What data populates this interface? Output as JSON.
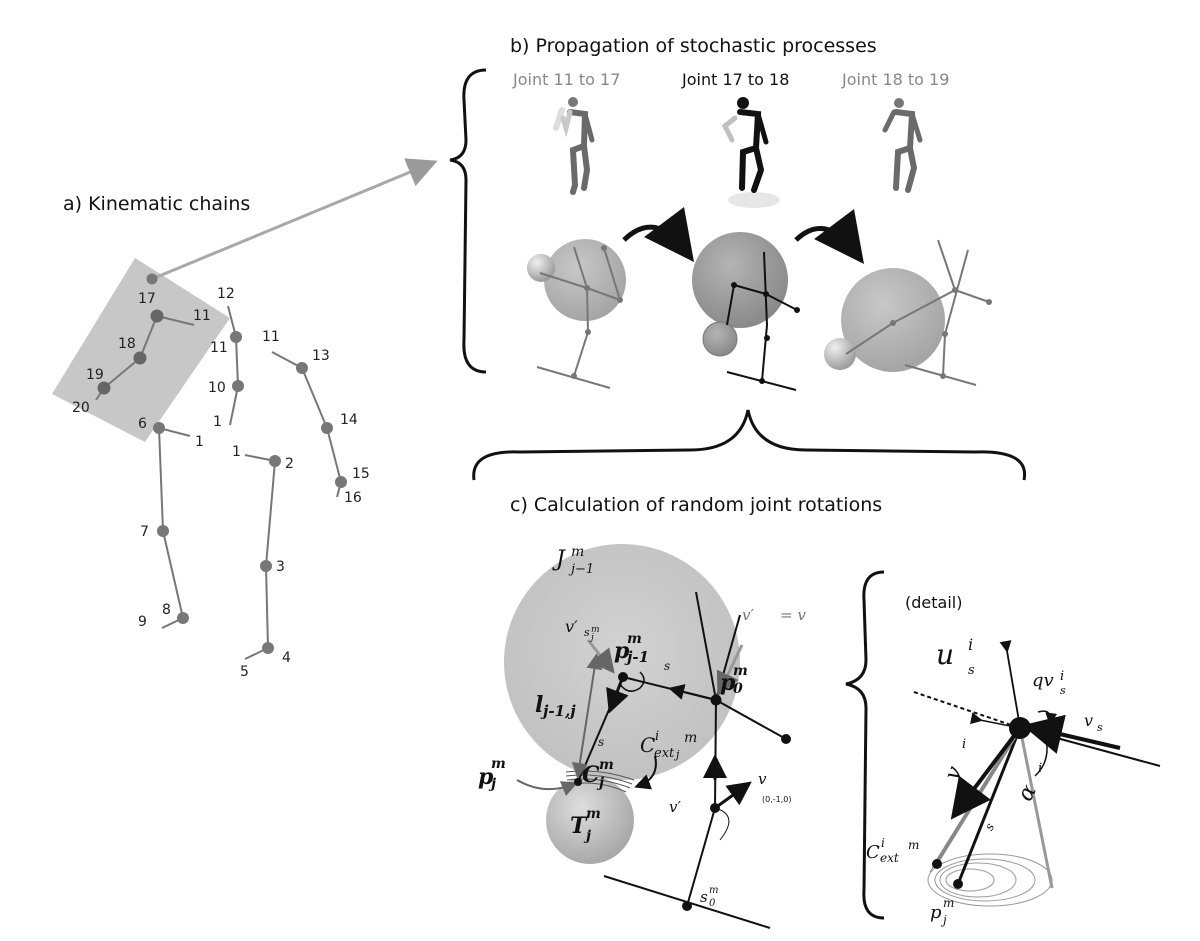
{
  "panels": {
    "a_title": "a) Kinematic chains",
    "b_title": "b) Propagation of  stochastic processes",
    "c_title": "c) Calculation of random joint rotations",
    "detail_title": "(detail)"
  },
  "b_frames": [
    {
      "label": "Joint 11 to 17",
      "active": false
    },
    {
      "label": "Joint 17 to 18",
      "active": true
    },
    {
      "label": "Joint 18 to 19",
      "active": false
    }
  ],
  "skeleton_labels": {
    "n17": "17",
    "n11a": "11",
    "n18": "18",
    "n19": "19",
    "n20": "20",
    "n12": "12",
    "n11b": "11",
    "n10": "10",
    "n1a": "1",
    "n11c": "11",
    "n13": "13",
    "n14": "14",
    "n15": "15",
    "n16": "16",
    "n6": "6",
    "n1b": "1",
    "n7": "7",
    "n8": "8",
    "n9": "9",
    "n1c": "1",
    "n2": "2",
    "n3": "3",
    "n4": "4",
    "n5": "5"
  },
  "c_labels": {
    "J": "J",
    "J_sup": "m",
    "J_sub": "j−1",
    "p_prev": "p",
    "p_prev_sup": "m",
    "p_prev_sub": "j-1",
    "p0": "p",
    "p0_sup": "m",
    "p0_sub": "0",
    "l": "l",
    "l_sub": "j-1,j",
    "pj": "p",
    "pj_sup": "m",
    "pj_sub": "j",
    "C": "C",
    "C_sup": "m",
    "C_sub": "j",
    "T": "T",
    "T_sup": "m",
    "T_sub": "j",
    "Cext": "C",
    "Cext_sup": "i",
    "Cext_sub": "ext",
    "Cext_j": "j",
    "Cext_m": "m",
    "vprime_s": "v′",
    "vprime_sub": "s",
    "vprime_subsub": "m",
    "vprime_subsub2": "j",
    "veq": "v′",
    "veq_text": "= v",
    "s_prev": "s",
    "s_j": "s",
    "v0p": "v′",
    "v0": "v",
    "v0_vec": "(0,-1,0)",
    "s0": "s",
    "s0_sup": "m",
    "s0_sub": "0"
  },
  "detail_labels": {
    "u": "u",
    "u_sup": "i",
    "q": "qv",
    "q_sup": "i",
    "v_right": "v",
    "v_left": "v",
    "v_left_sup": "i",
    "alpha": "α",
    "alpha_sup": "i",
    "s_j": "s",
    "Cext": "C",
    "Cext_sup": "i",
    "Cext_sub": "ext",
    "Cext_m": "m",
    "p": "p",
    "p_sup": "m",
    "p_sub": "j",
    "sub_s": "s",
    "sub_m": "m",
    "sub_j": "j"
  }
}
